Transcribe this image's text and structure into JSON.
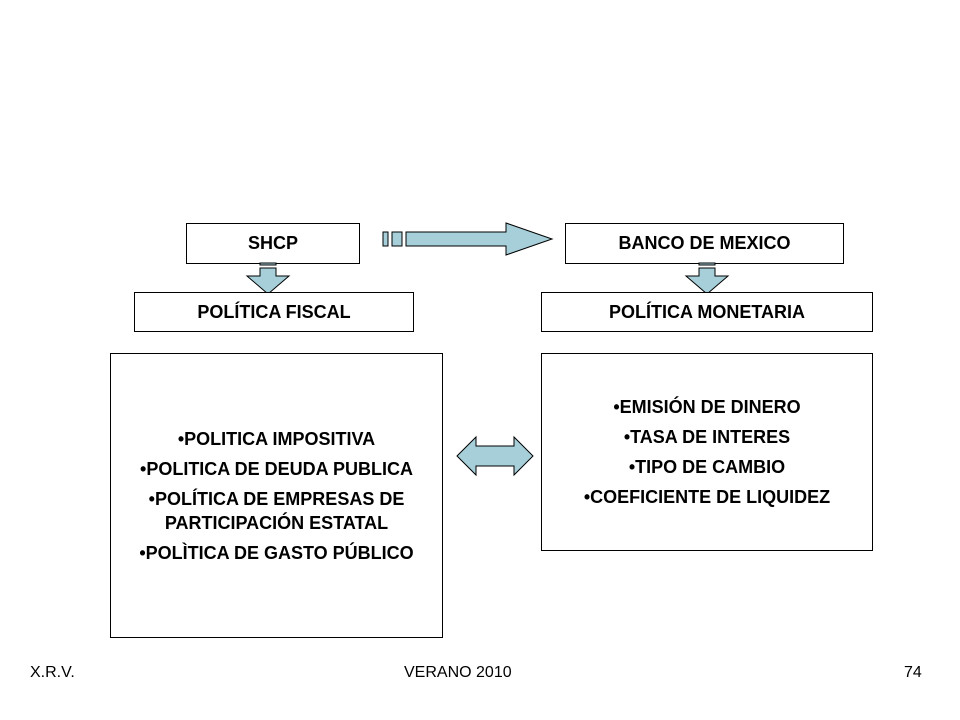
{
  "colors": {
    "arrow_fill": "#a6cfd9",
    "border": "#000000"
  },
  "shcp": "SHCP",
  "banco": "BANCO DE MEXICO",
  "fiscal": "POLÍTICA FISCAL",
  "monetaria": "POLÍTICA MONETARIA",
  "fiscal_items": [
    "POLITICA IMPOSITIVA",
    "POLITICA DE DEUDA PUBLICA",
    "POLÍTICA DE EMPRESAS DE PARTICIPACIÓN ESTATAL",
    "POLÌTICA DE GASTO PÚBLICO"
  ],
  "monetaria_items": [
    "EMISIÓN DE DINERO",
    "TASA DE INTERES",
    "TIPO DE CAMBIO",
    "COEFICIENTE DE LIQUIDEZ"
  ],
  "footer": {
    "left": "X.R.V.",
    "center": "VERANO 2010",
    "right": "74"
  }
}
